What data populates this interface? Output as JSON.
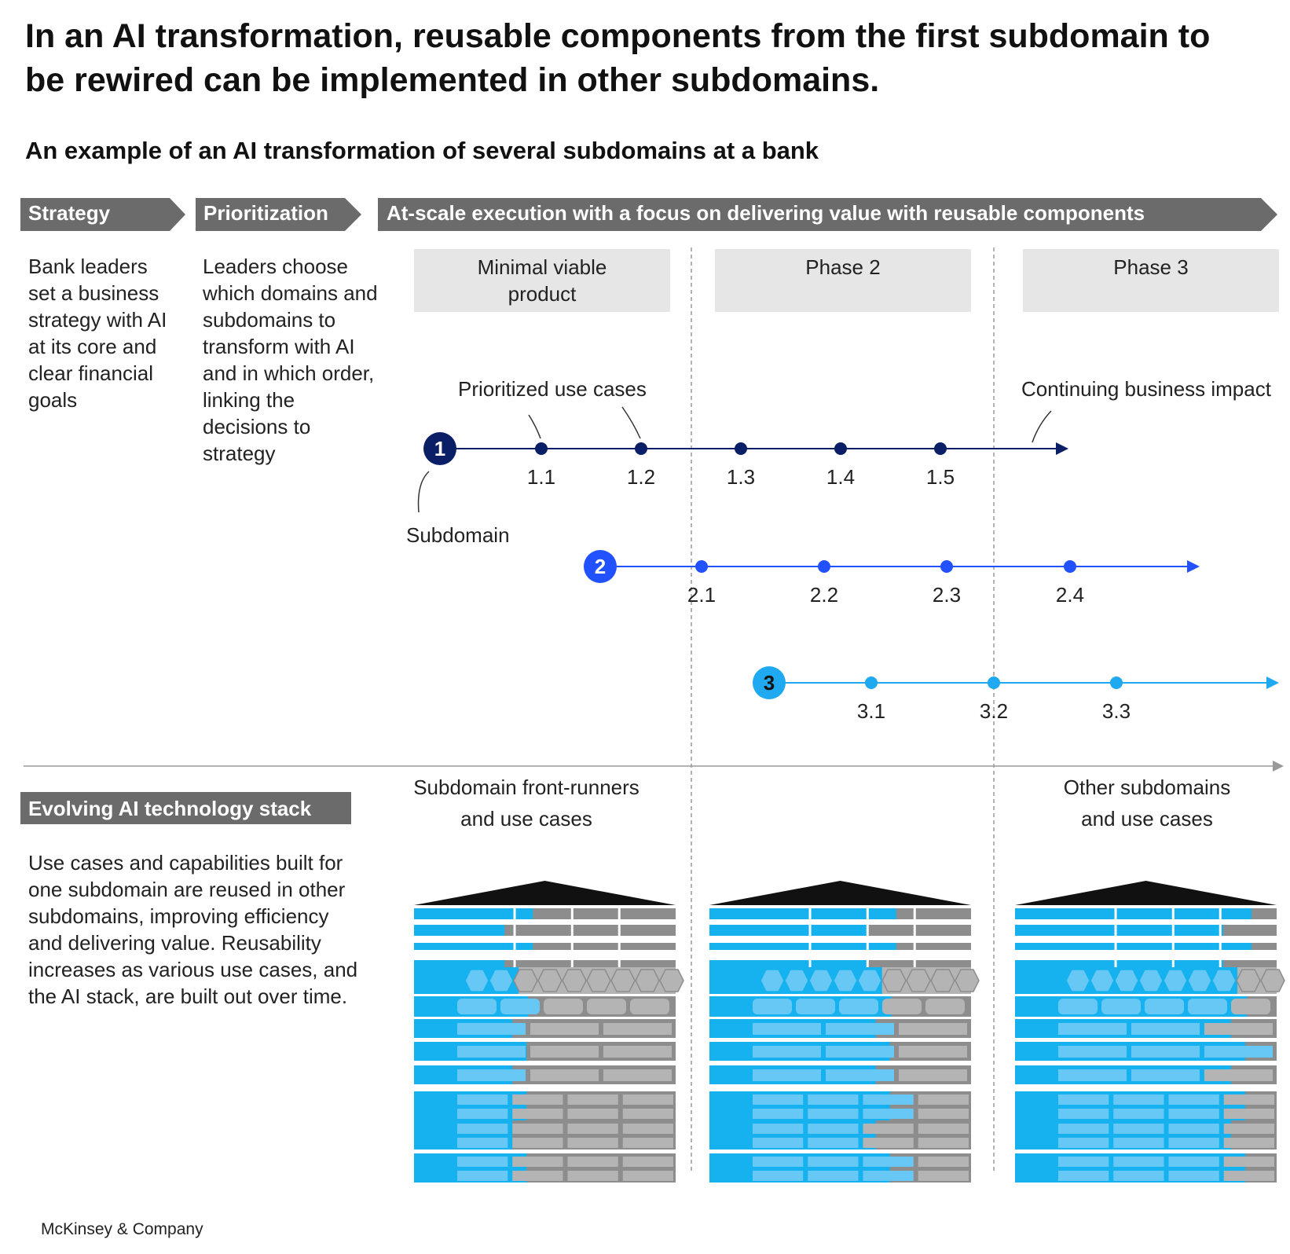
{
  "title": "In an AI transformation, reusable components from the first subdomain to be rewired can be implemented in other subdomains.",
  "subtitle": "An example of an AI transformation of several subdomains at a bank",
  "chevrons": {
    "strategy": "Strategy",
    "prioritization": "Prioritization",
    "execution": "At-scale execution with a focus on delivering value with reusable components"
  },
  "strategy_text": "Bank leaders set a business strategy with AI at its core and clear financial goals",
  "prioritization_text": "Leaders choose which domains and subdomains to transform with AI and in which order, linking the decisions to strategy",
  "phases": {
    "mvp": "Minimal viable product",
    "phase2": "Phase 2",
    "phase3": "Phase 3"
  },
  "annotations": {
    "prioritized": "Prioritized use cases",
    "continuing": "Continuing business impact",
    "subdomain": "Subdomain"
  },
  "timelines": [
    {
      "number": "1",
      "color": "#0b1f66",
      "points": [
        "1.1",
        "1.2",
        "1.3",
        "1.4",
        "1.5"
      ]
    },
    {
      "number": "2",
      "color": "#2251ff",
      "points": [
        "2.1",
        "2.2",
        "2.3",
        "2.4"
      ]
    },
    {
      "number": "3",
      "color": "#1ea9f0",
      "points": [
        "3.1",
        "3.2",
        "3.3"
      ]
    }
  ],
  "stack_header": "Evolving AI technology stack",
  "stack_text": "Use cases and capabilities built for one subdomain are reused in other subdomains, improving efficiency and delivering value. Reusability increases as various use cases, and the AI stack, are built out over time.",
  "stack_labels": {
    "front": "Subdomain front-runners and use cases",
    "other": "Other subdomains and use cases"
  },
  "stack_fill_fractions": [
    0.4,
    0.66,
    0.85
  ],
  "colors": {
    "chevron": "#6b6b6b",
    "phase_box": "#e6e6e6",
    "stack_blue": "#15b2ef",
    "stack_light": "#68c8f5",
    "stack_gray": "#8d8d8d",
    "stack_light_gray": "#b4b4b4"
  },
  "footer": "McKinsey & Company"
}
